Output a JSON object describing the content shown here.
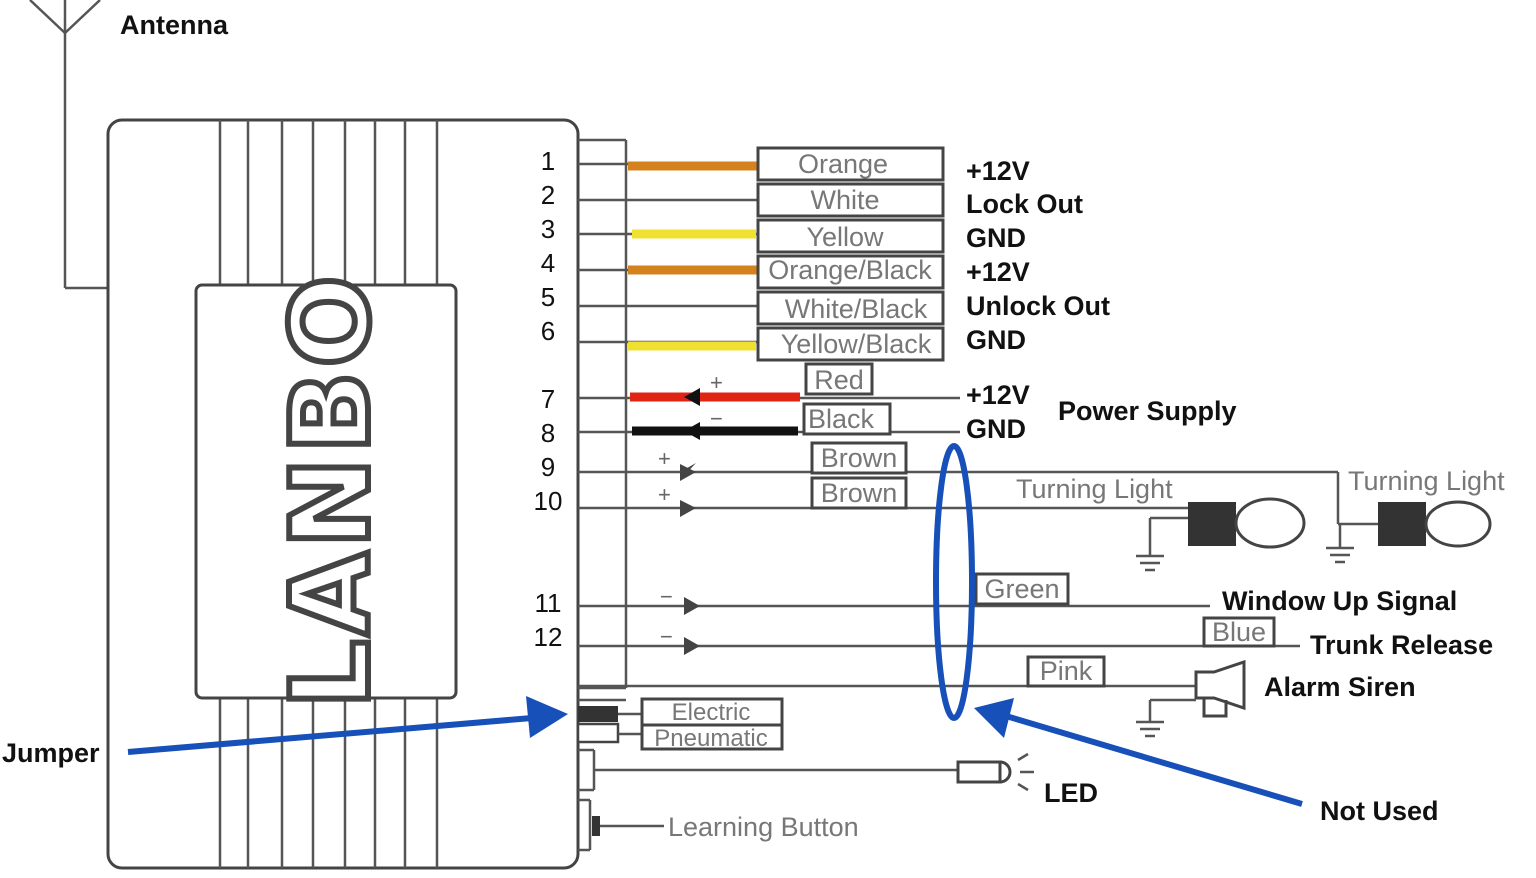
{
  "antenna_label": "Antenna",
  "brand": "LANBO",
  "pins": [
    {
      "num": "1",
      "wire": "Orange",
      "function": "+12V",
      "color": "#d4821e"
    },
    {
      "num": "2",
      "wire": "White",
      "function": "Lock Out",
      "color": "#ffffff"
    },
    {
      "num": "3",
      "wire": "Yellow",
      "function": "GND",
      "color": "#f0e030"
    },
    {
      "num": "4",
      "wire": "Orange/Black",
      "function": "+12V",
      "color": "#d4821e"
    },
    {
      "num": "5",
      "wire": "White/Black",
      "function": "Unlock Out",
      "color": "#ffffff"
    },
    {
      "num": "6",
      "wire": "Yellow/Black",
      "function": "GND",
      "color": "#f0e030"
    },
    {
      "num": "7",
      "wire": "Red",
      "function": "+12V",
      "color": "#e02414"
    },
    {
      "num": "8",
      "wire": "Black",
      "function": "GND",
      "color": "#111111"
    },
    {
      "num": "9",
      "wire": "Brown"
    },
    {
      "num": "10",
      "wire": "Brown"
    },
    {
      "num": "11",
      "wire": "Green"
    },
    {
      "num": "12",
      "wire": "Blue",
      "function": "Trunk Release"
    }
  ],
  "power_supply": "Power Supply",
  "turning_light_1": "Turning Light",
  "turning_light_2": "Turning Light",
  "window_up": "Window Up Signal",
  "pink_wire": "Pink",
  "alarm_siren": "Alarm Siren",
  "electric": "Electric",
  "pneumatic": "Pneumatic",
  "led": "LED",
  "learning_button": "Learning Button",
  "jumper": "Jumper",
  "not_used": "Not Used",
  "plus": "+",
  "minus": "−",
  "colors": {
    "annotation": "#1650b8",
    "outline": "#444444"
  }
}
